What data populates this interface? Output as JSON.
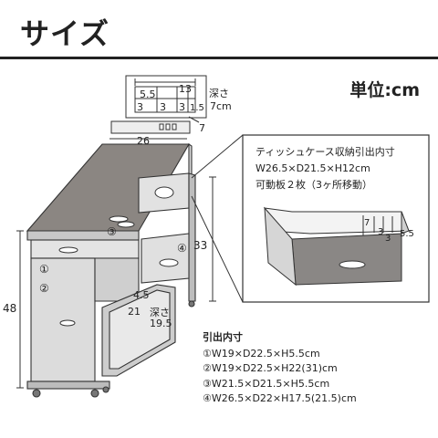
{
  "header": {
    "title": "サイズ",
    "unit": "単位:cm"
  },
  "top_detail": {
    "dims": {
      "width_13": "13",
      "d_55": "5.5",
      "d_3a": "3",
      "d_3b": "3",
      "d_3c": "3",
      "d_15": "1.5",
      "d_7": "7"
    },
    "depth_label": "深さ",
    "depth_value": "7cm"
  },
  "cabinet": {
    "width": "26",
    "height": "48",
    "right_height": "33",
    "basket_top": "4.5",
    "basket_side": "21",
    "basket_depth_label": "深さ",
    "basket_depth_value": "19.5",
    "markers": [
      "①",
      "②",
      "③",
      "④"
    ]
  },
  "tissue_box": {
    "title": "ティッシュケース収納引出内寸",
    "size": "W26.5×D21.5×H12cm",
    "shelves": "可動板２枚（3ヶ所移動）",
    "dims": {
      "h7": "7",
      "h3a": "3",
      "h3b": "3",
      "h55": "5.5"
    }
  },
  "inner_dimensions": {
    "heading": "引出内寸",
    "items": [
      "①W19×D22.5×H5.5cm",
      "②W19×D22.5×H22(31)cm",
      "③W21.5×D21.5×H5.5cm",
      "④W26.5×D22×H17.5(21.5)cm"
    ]
  }
}
